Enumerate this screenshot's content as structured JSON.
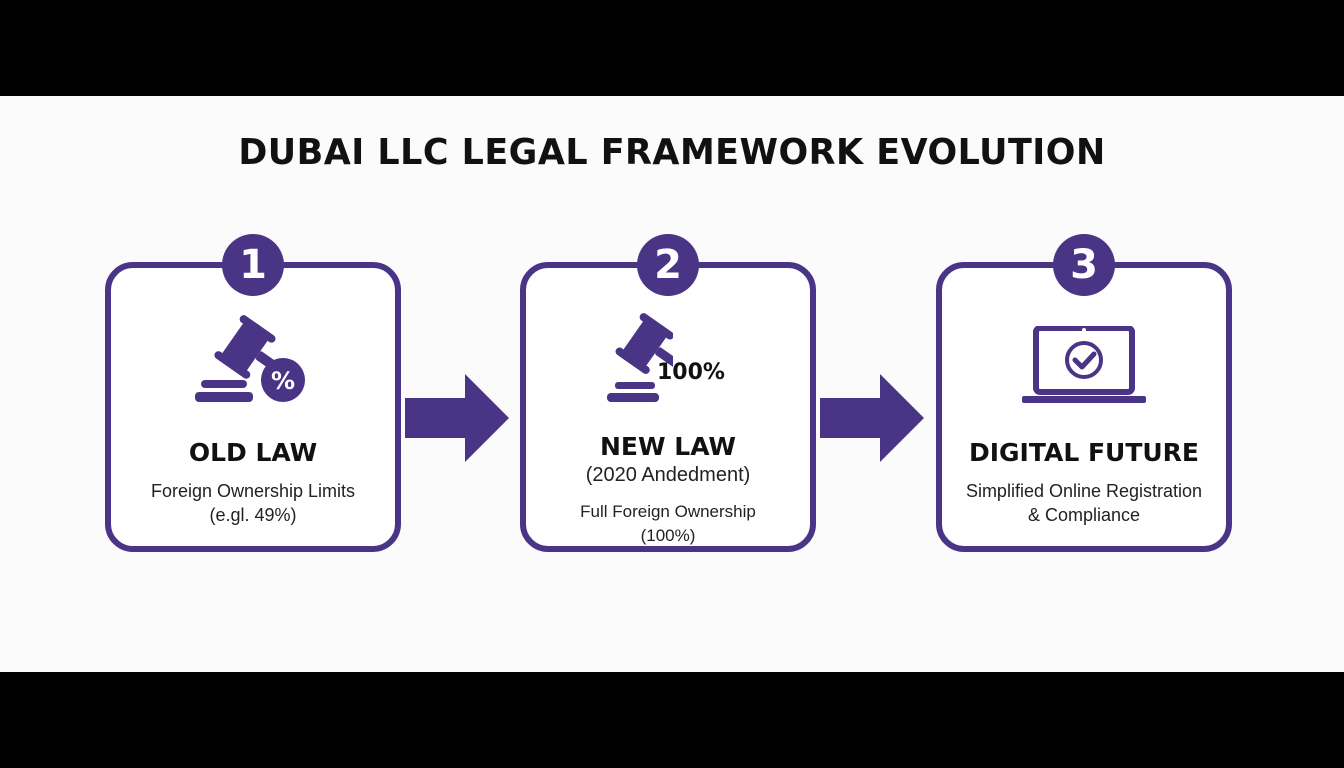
{
  "title": "DUBAI LLC LEGAL FRAMEWORK EVOLUTION",
  "colors": {
    "accent": "#4a3486",
    "background": "#fbfbfb",
    "text": "#111111"
  },
  "steps": [
    {
      "number": "1",
      "icon": "gavel-percent-icon",
      "heading": "OLD LAW",
      "line1": "Foreign Ownership Limits",
      "line2": "(e.gl. 49%)"
    },
    {
      "number": "2",
      "icon": "gavel-icon",
      "icon_label": "100%",
      "heading": "NEW LAW",
      "subheading": "(2020 Andedment)",
      "line1": "Full Foreign Ownership",
      "line2": "(100%)"
    },
    {
      "number": "3",
      "icon": "laptop-checkmark-icon",
      "heading": "DIGITAL FUTURE",
      "line1": "Simplified Online Registration",
      "line2": "& Compliance"
    }
  ]
}
